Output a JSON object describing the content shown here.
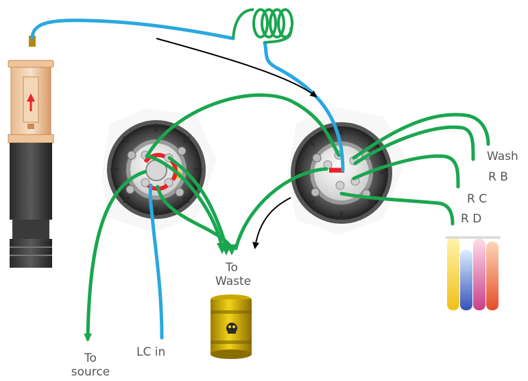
{
  "labels": {
    "to_waste_line1": "To",
    "to_waste_line2": "Waste",
    "wash": "Wash",
    "rb": "R B",
    "rc": "R C",
    "rd": "R D",
    "to_source_line1": "To",
    "to_source_line2": "source",
    "lc_in": "LC in"
  },
  "colors": {
    "green_tubing": "#1aa64f",
    "blue_tubing": "#2aa8e0",
    "red_channel": "#e8232a",
    "arrow": "#000000",
    "label_text": "#555555",
    "barrel": "#d9b400"
  },
  "icons": [
    "syringe-pump-icon",
    "selection-valve-icon",
    "toxic-waste-barrel-icon",
    "reagent-tubes-icon",
    "tubing-coil-icon"
  ]
}
